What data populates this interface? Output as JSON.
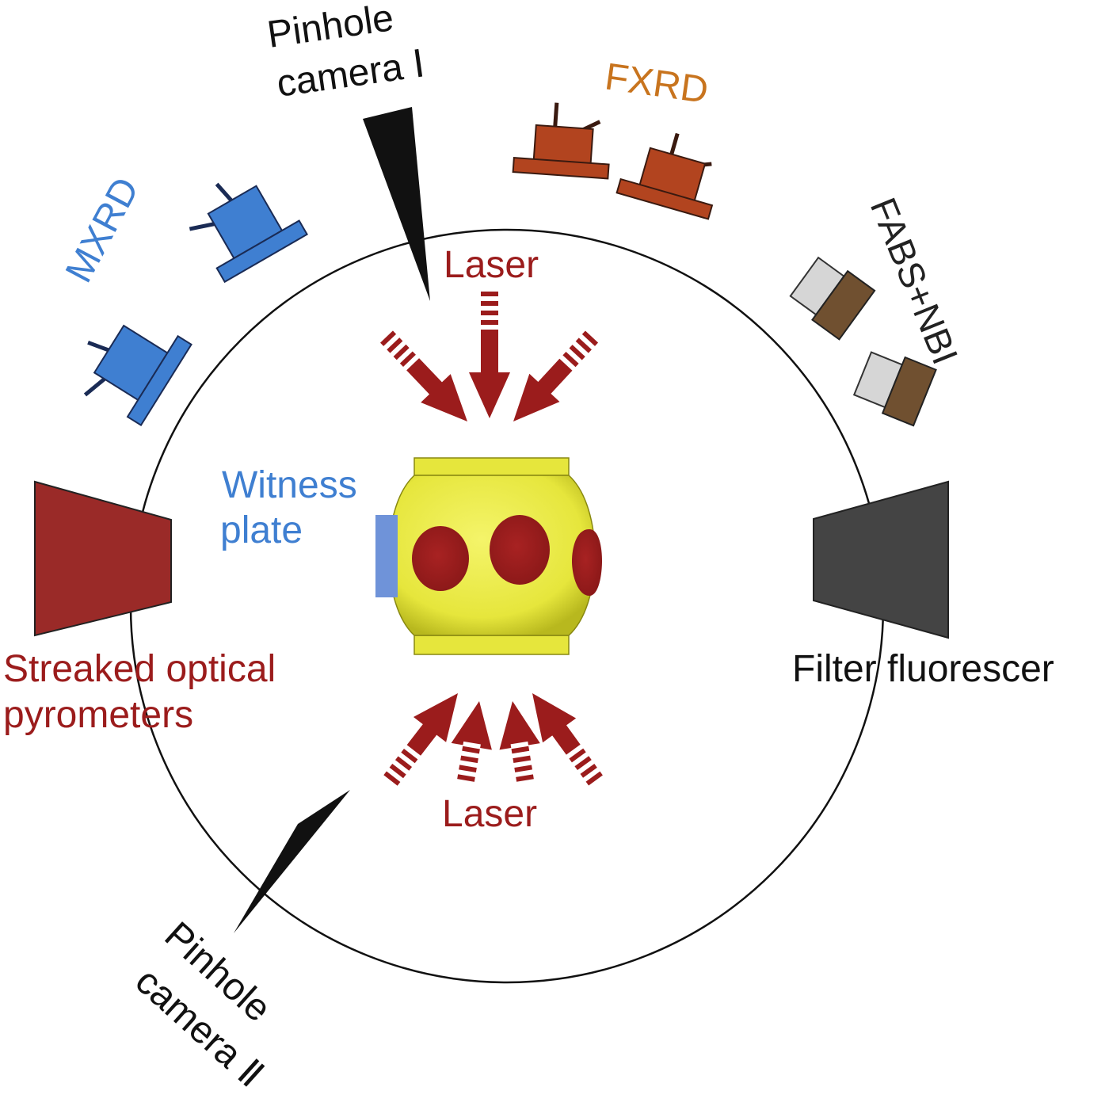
{
  "labels": {
    "pinhole1_line1": "Pinhole",
    "pinhole1_line2": "camera Ⅰ",
    "fxrd": "FXRD",
    "mxrd": "MXRD",
    "fabs_nbi": "FABS+NBI",
    "laser_top": "Laser",
    "laser_bottom": "Laser",
    "witness_line1": "Witness",
    "witness_line2": "plate",
    "sop_line1": "Streaked optical",
    "sop_line2": "pyrometers",
    "filter": "Filter fluorescer",
    "pinhole2_line1": "Pinhole",
    "pinhole2_line2": "camera Ⅱ"
  },
  "colors": {
    "laser": "#9b1c1c",
    "mxrd": "#3f7fd1",
    "fxrd": "#b2441f",
    "fxrd_text": "#c8741e",
    "fabs_body": "#705030",
    "fabs_base": "#d6d6d6",
    "pyrometer": "#9a2a28",
    "filter": "#444444",
    "hohlraum": "#e4e43a",
    "spots": "#9b1c1c",
    "witness": "#6f93d9",
    "ring": "#111111"
  }
}
